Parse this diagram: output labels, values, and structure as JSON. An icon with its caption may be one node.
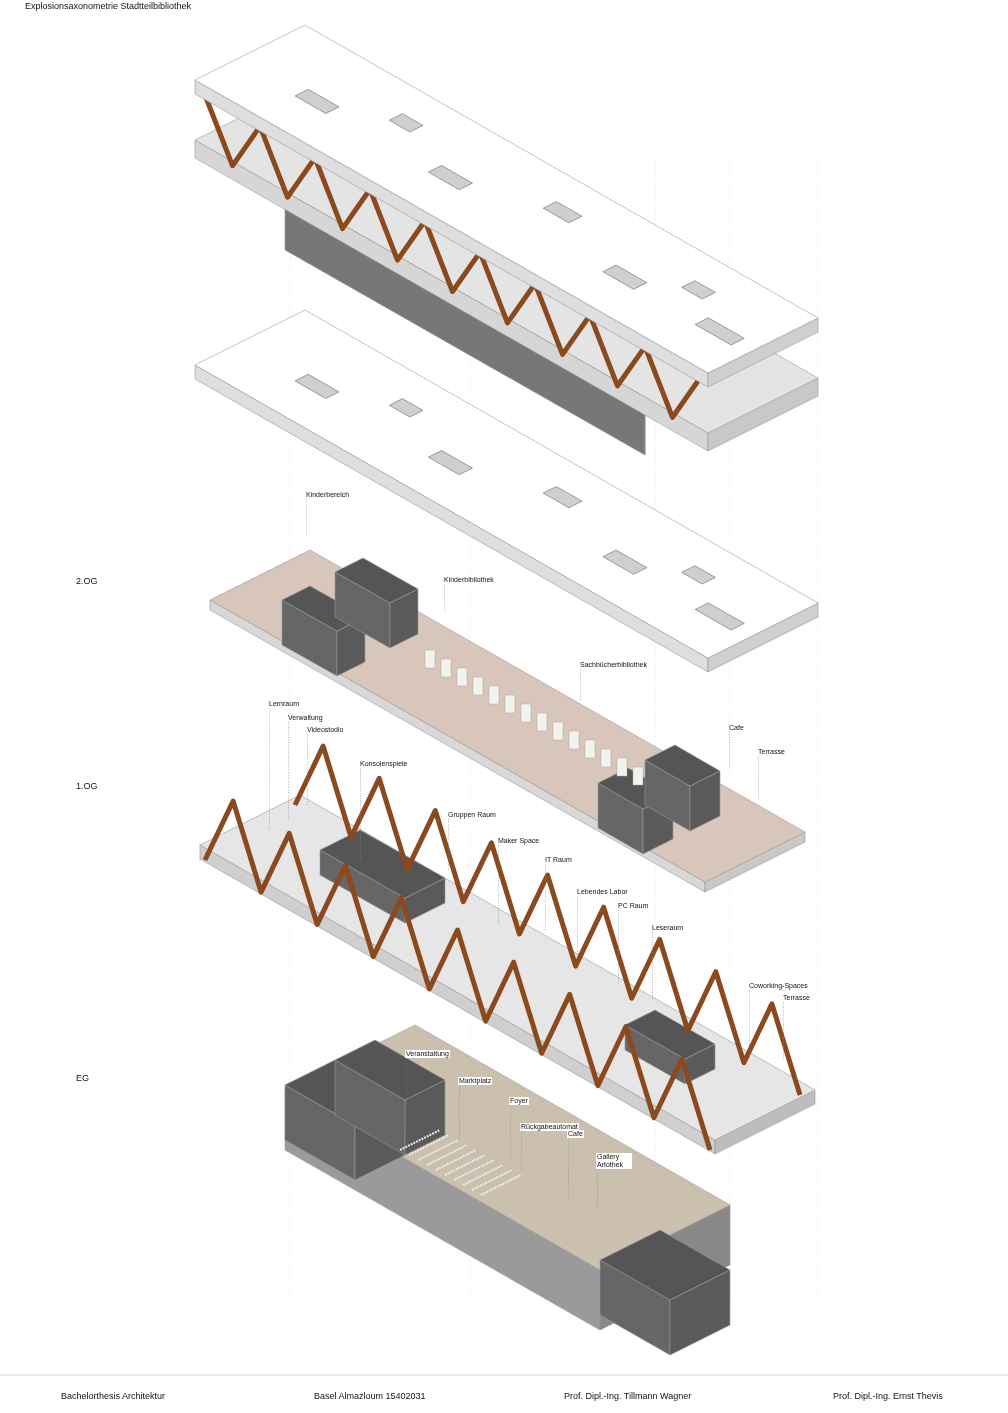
{
  "diagram": {
    "title": "Explosionsaxonometrie Stadtteilbibliothek",
    "nodes": [
      {
        "text": [
          "Kinderbereich"
        ]
      },
      {
        "text": [
          "Kinderbibliothek"
        ]
      },
      {
        "text": [
          "Sachbücherbibliothek"
        ]
      },
      {
        "text": [
          "Cafe"
        ]
      },
      {
        "text": [
          "Terrasse"
        ]
      },
      {
        "text": [
          "Lernraum"
        ]
      },
      {
        "text": [
          "Verwaltung"
        ]
      },
      {
        "text": [
          "Videostodio"
        ]
      },
      {
        "text": [
          "Konsolenspiele"
        ]
      },
      {
        "text": [
          "Gruppen Raum"
        ]
      },
      {
        "text": [
          "Maker Space"
        ]
      },
      {
        "text": [
          "IT Raum"
        ]
      },
      {
        "text": [
          "Lebendes Labor"
        ]
      },
      {
        "text": [
          "PC Raum"
        ]
      },
      {
        "text": [
          "Leseraum"
        ]
      },
      {
        "text": [
          "Coworking-Spaces"
        ]
      },
      {
        "text": [
          "Terrasse"
        ]
      },
      {
        "text": [
          "Veranstaltung"
        ]
      },
      {
        "text": [
          "Marktplatz"
        ]
      },
      {
        "text": [
          "Foyer"
        ]
      },
      {
        "text": [
          "Rückgabeautomat"
        ]
      },
      {
        "text": [
          "Cafe"
        ]
      },
      {
        "text": [
          "Gallery Artothek"
        ]
      }
    ],
    "edges": [
      {
        "from": 0,
        "to": null,
        "arrow": "none",
        "style": "dashed"
      },
      {
        "from": 1,
        "to": null,
        "arrow": "none",
        "style": "dashed"
      },
      {
        "from": 2,
        "to": null,
        "arrow": "none",
        "style": "dashed"
      },
      {
        "from": 3,
        "to": null,
        "arrow": "none",
        "style": "dashed"
      },
      {
        "from": 4,
        "to": null,
        "arrow": "none",
        "style": "dashed"
      },
      {
        "from": 5,
        "to": null,
        "arrow": "none",
        "style": "dashed"
      },
      {
        "from": 6,
        "to": null,
        "arrow": "none",
        "style": "dashed"
      },
      {
        "from": 7,
        "to": null,
        "arrow": "none",
        "style": "dashed"
      },
      {
        "from": 8,
        "to": null,
        "arrow": "none",
        "style": "dashed"
      },
      {
        "from": 9,
        "to": null,
        "arrow": "none",
        "style": "dashed"
      },
      {
        "from": 10,
        "to": null,
        "arrow": "none",
        "style": "dashed"
      },
      {
        "from": 11,
        "to": null,
        "arrow": "none",
        "style": "dashed"
      },
      {
        "from": 12,
        "to": null,
        "arrow": "none",
        "style": "dashed"
      },
      {
        "from": 13,
        "to": null,
        "arrow": "none",
        "style": "dashed"
      },
      {
        "from": 14,
        "to": null,
        "arrow": "none",
        "style": "dashed"
      },
      {
        "from": 15,
        "to": null,
        "arrow": "none",
        "style": "dashed"
      },
      {
        "from": 16,
        "to": null,
        "arrow": "none",
        "style": "dashed"
      },
      {
        "from": 17,
        "to": null,
        "arrow": "none",
        "style": "dashed"
      },
      {
        "from": 18,
        "to": null,
        "arrow": "none",
        "style": "dashed"
      },
      {
        "from": 19,
        "to": null,
        "arrow": "none",
        "style": "dashed"
      },
      {
        "from": 20,
        "to": null,
        "arrow": "none",
        "style": "dashed"
      },
      {
        "from": 21,
        "to": null,
        "arrow": "none",
        "style": "dashed"
      },
      {
        "from": 22,
        "to": null,
        "arrow": "none",
        "style": "dashed"
      }
    ],
    "labels": [
      "2.OG",
      "1.OG",
      "EG",
      "Bachelorthesis Architektur",
      "Basel Almazloum 15402031",
      "Prof. Dipl.-Ing. Tillmann Wagner",
      "Prof. Dipl.-Ing. Ernst Thevis"
    ]
  }
}
